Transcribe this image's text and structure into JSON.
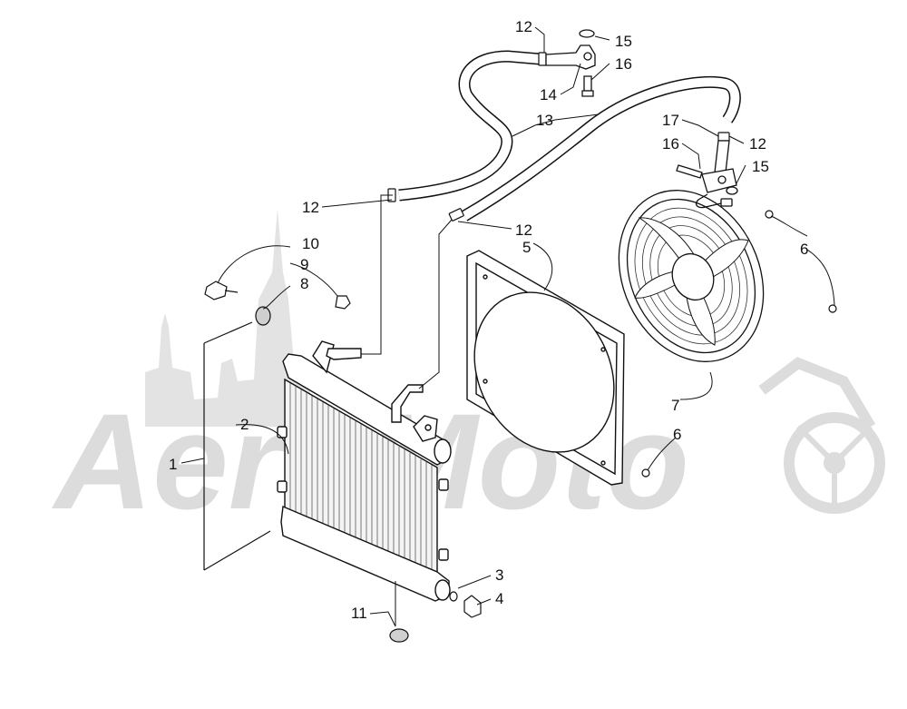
{
  "diagram": {
    "watermark_text": "AeroMoto",
    "colors": {
      "line": "#111111",
      "watermark": "#d9d9d9",
      "background": "#ffffff"
    },
    "callouts": {
      "c1": "1",
      "c2": "2",
      "c3": "3",
      "c4": "4",
      "c5": "5",
      "c6a": "6",
      "c6b": "6",
      "c7": "7",
      "c8": "8",
      "c9": "9",
      "c10": "10",
      "c11": "11",
      "c12a": "12",
      "c12b": "12",
      "c12c": "12",
      "c12d": "12",
      "c13": "13",
      "c14": "14",
      "c15a": "15",
      "c15b": "15",
      "c16a": "16",
      "c16b": "16",
      "c17": "17"
    },
    "parts": [
      "radiator-assembly",
      "radiator-core",
      "drain-washer",
      "drain-plug",
      "fan-shroud",
      "screw",
      "cooling-fan",
      "grommet",
      "nut",
      "cap-screw",
      "drain-grommet",
      "hose-clamp",
      "coolant-hose",
      "hose-fitting",
      "o-ring",
      "bolt",
      "upper-hose-fitting"
    ]
  }
}
